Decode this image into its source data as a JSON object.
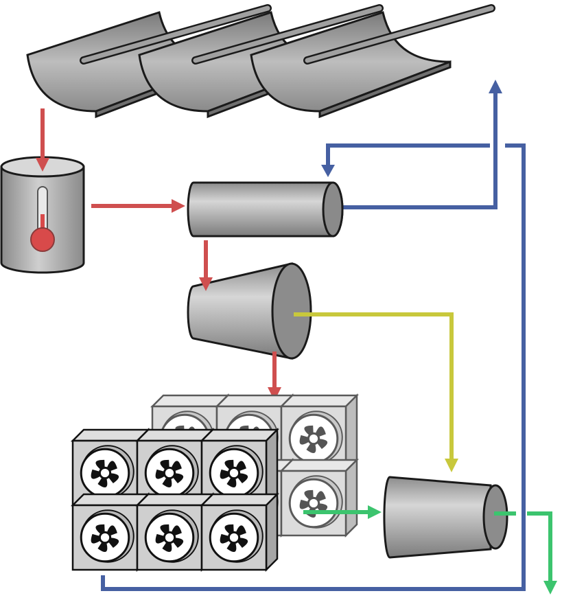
{
  "colors": {
    "hot_flow": "#cf4f4f",
    "return_flow": "#4660a2",
    "secondary_flow": "#c8c83c",
    "cooling_flow": "#3cc46e",
    "outline": "#1a1a1a",
    "metal_light": "#e2e2e2",
    "metal_mid": "#b4b4b4",
    "metal_dark": "#808080",
    "thermometer": "#d84a4a",
    "fan_back": "#dcdcdc"
  },
  "components": {
    "collectors": {
      "count": 3,
      "icon": "parabolic-trough-collector-icon"
    },
    "storage_tank": {
      "icon": "thermal-storage-tank-icon",
      "indicator": "thermometer-icon"
    },
    "heat_exchanger": {
      "icon": "cylinder-heat-exchanger-icon"
    },
    "turbine_primary": {
      "icon": "turbine-cone-icon"
    },
    "turbine_secondary": {
      "icon": "turbine-cone-icon"
    },
    "cooling_array": {
      "rows": 2,
      "cols": 3,
      "layers": 2,
      "icon": "fan-unit-icon"
    }
  }
}
